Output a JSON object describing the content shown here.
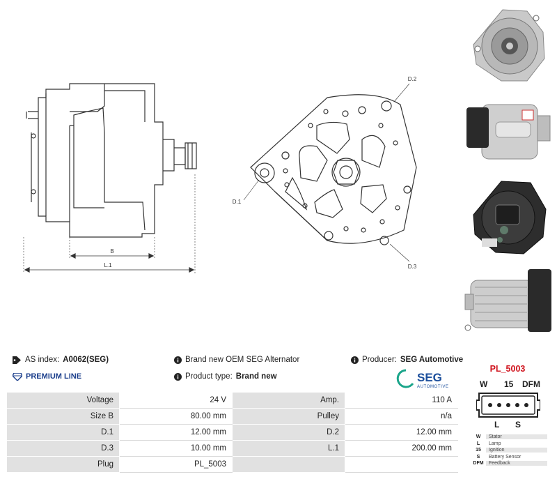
{
  "drawing": {
    "dim_b": "B",
    "dim_l1": "L.1",
    "dim_d1": "D.1",
    "dim_d2": "D.2",
    "dim_d3": "D.3"
  },
  "thumbnails": [
    {
      "icon": "alternator-rear-view"
    },
    {
      "icon": "alternator-side-view"
    },
    {
      "icon": "alternator-rear-dark-view"
    },
    {
      "icon": "alternator-side-view-2"
    }
  ],
  "info": {
    "as_index_label": "AS index:",
    "as_index_value": "A0062(SEG)",
    "premium": "PREMIUM LINE",
    "description": "Brand new OEM SEG Alternator",
    "product_type_label": "Product type:",
    "product_type_value": "Brand new",
    "producer_label": "Producer:",
    "producer_value": "SEG Automotive",
    "logo_main": "SEG",
    "logo_sub": "AUTOMOTIVE"
  },
  "specs": [
    {
      "label1": "Voltage",
      "value1": "24 V",
      "label2": "Amp.",
      "value2": "110 A"
    },
    {
      "label1": "Size B",
      "value1": "80.00 mm",
      "label2": "Pulley",
      "value2": "n/a"
    },
    {
      "label1": "D.1",
      "value1": "12.00 mm",
      "label2": "D.2",
      "value2": "12.00 mm"
    },
    {
      "label1": "D.3",
      "value1": "10.00 mm",
      "label2": "L.1",
      "value2": "200.00 mm"
    },
    {
      "label1": "Plug",
      "value1": "PL_5003",
      "label2": "",
      "value2": ""
    }
  ],
  "plug": {
    "title": "PL_5003",
    "top_w": "W",
    "top_15": "15",
    "top_dfm": "DFM",
    "bottom_l": "L",
    "bottom_s": "S",
    "legend": [
      {
        "key": "W",
        "value": "Stator"
      },
      {
        "key": "L",
        "value": "Lamp"
      },
      {
        "key": "15",
        "value": "Ignition"
      },
      {
        "key": "S",
        "value": "Battery Sensor"
      },
      {
        "key": "DFM",
        "value": "Feedback"
      }
    ]
  },
  "colors": {
    "accent_red": "#d0131d",
    "premium_blue": "#1c3f8c",
    "seg_green": "#1aa58a",
    "seg_blue": "#1c4f9c"
  }
}
